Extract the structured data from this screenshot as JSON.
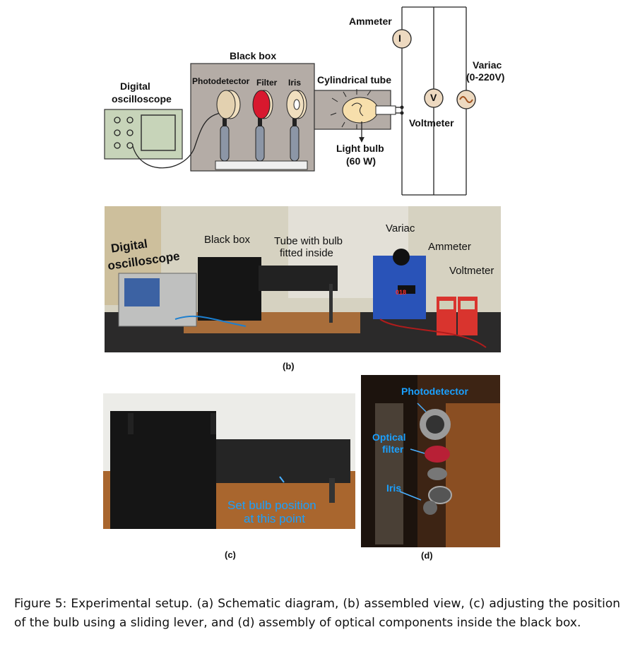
{
  "schematic": {
    "oscilloscope_label_1": "Digital",
    "oscilloscope_label_2": "oscilloscope",
    "black_box": "Black box",
    "photodetector": "Photodetector",
    "filter": "Filter",
    "iris": "Iris",
    "cylindrical_tube": "Cylindrical tube",
    "light_bulb_1": "Light bulb",
    "light_bulb_2": "(60 W)",
    "ammeter": "Ammeter",
    "ammeter_symbol": "I",
    "voltmeter": "Voltmeter",
    "voltmeter_symbol": "V",
    "variac_1": "Variac",
    "variac_2": "(0-220V)"
  },
  "photo_b": {
    "digital": "Digital",
    "oscilloscope": "oscilloscope",
    "black_box": "Black box",
    "tube_1": "Tube with bulb",
    "tube_2": "fitted inside",
    "variac": "Variac",
    "ammeter": "Ammeter",
    "voltmeter": "Voltmeter",
    "meter_display": "018",
    "sublabel": "(b)"
  },
  "photo_c": {
    "set_1": "Set bulb position",
    "set_2": "at this point",
    "sublabel": "(c)"
  },
  "photo_d": {
    "photodetector": "Photodetector",
    "optical": "Optical",
    "filter": "filter",
    "iris": "Iris",
    "sublabel": "(d)"
  },
  "caption": "Figure 5: Experimental setup. (a) Schematic diagram, (b) assembled view, (c) adjusting the position of the bulb using a sliding lever, and (d) assembly of optical components inside the black box."
}
